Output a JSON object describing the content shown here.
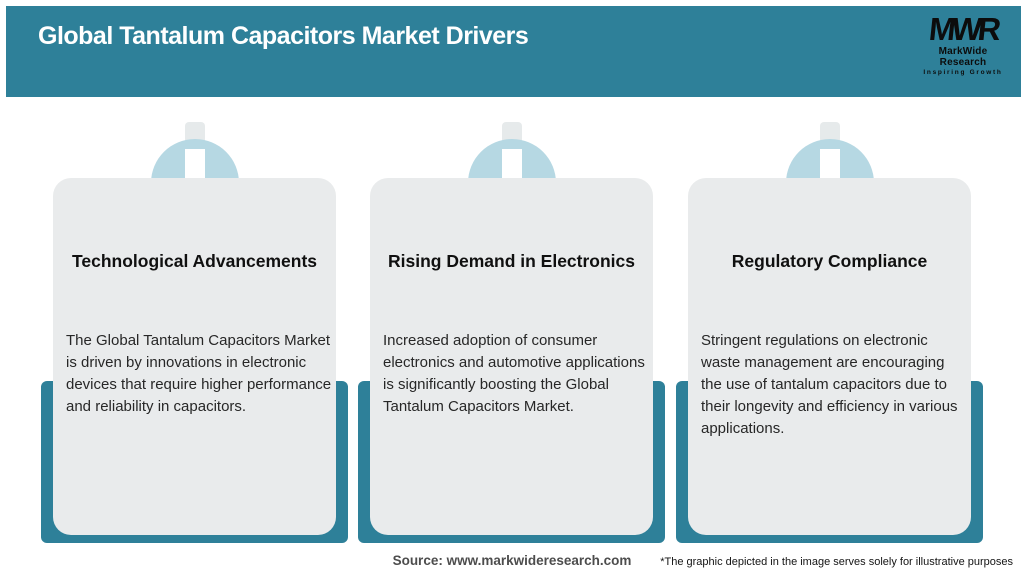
{
  "header": {
    "title": "Global Tantalum Capacitors Market Drivers",
    "logo": {
      "monogram": "MWR",
      "name": "MarkWide Research",
      "tagline": "Inspiring Growth"
    }
  },
  "cards": [
    {
      "icon": "down-arrow-icon",
      "title": "Technological Advancements",
      "body": "The Global Tantalum Capacitors Market is driven by innovations in electronic devices that require higher performance and reliability in capacitors."
    },
    {
      "icon": "down-arrow-icon",
      "title": "Rising Demand in Electronics",
      "body": "Increased adoption of consumer electronics and automotive applications is significantly boosting the Global Tantalum Capacitors Market."
    },
    {
      "icon": "down-arrow-icon",
      "title": "Regulatory Compliance",
      "body": "Stringent regulations on electronic waste management are encouraging the use of tantalum capacitors due to their longevity and efficiency in various applications."
    }
  ],
  "footer": {
    "source": "Source: www.markwideresearch.com",
    "disclaimer": "*The graphic depicted in the image serves solely for illustrative purposes"
  },
  "colors": {
    "teal": "#2e8099",
    "circle_blue": "#b6d8e3",
    "card_gray": "#e9ebec",
    "title_text": "#ffffff",
    "body_text": "#272727"
  }
}
